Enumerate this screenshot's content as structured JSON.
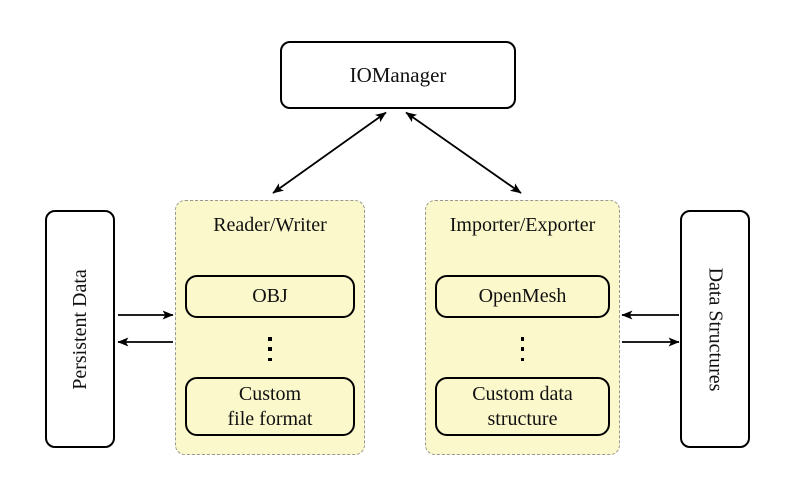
{
  "manager": {
    "label": "IOManager"
  },
  "persistent_data": {
    "label": "Persistent Data"
  },
  "data_structures": {
    "label": "Data Structures"
  },
  "reader_writer": {
    "title": "Reader/Writer",
    "top_item": "OBJ",
    "ellipsis": "⋮",
    "bottom_item_line1": "Custom",
    "bottom_item_line2": "file format"
  },
  "importer_exporter": {
    "title": "Importer/Exporter",
    "top_item": "OpenMesh",
    "ellipsis": "⋮",
    "bottom_item_line1": "Custom data",
    "bottom_item_line2": "structure"
  },
  "colors": {
    "group_fill": "#FBF8CB",
    "group_border": "#979797",
    "box_border": "#000000",
    "arrow": "#000000",
    "background": "#FFFFFF"
  }
}
